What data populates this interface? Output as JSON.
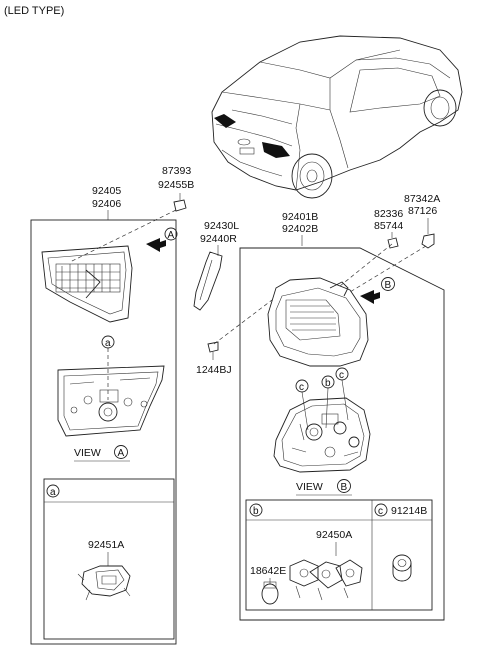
{
  "header": "(LED TYPE)",
  "labels": {
    "p87393": "87393",
    "p92455B": "92455B",
    "p92405": "92405",
    "p92406": "92406",
    "p92430L": "92430L",
    "p92440R": "92440R",
    "p92401B": "92401B",
    "p92402B": "92402B",
    "p87342A": "87342A",
    "p82336": "82336",
    "p87126": "87126",
    "p85744": "85744",
    "p1244BJ": "1244BJ",
    "p92451A": "92451A",
    "p92450A": "92450A",
    "p18642E": "18642E",
    "p91214B": "91214B"
  },
  "callouts": {
    "A": "A",
    "B": "B",
    "a": "a",
    "b": "b",
    "c": "c"
  },
  "views": {
    "view_a": "VIEW",
    "view_b": "VIEW"
  }
}
